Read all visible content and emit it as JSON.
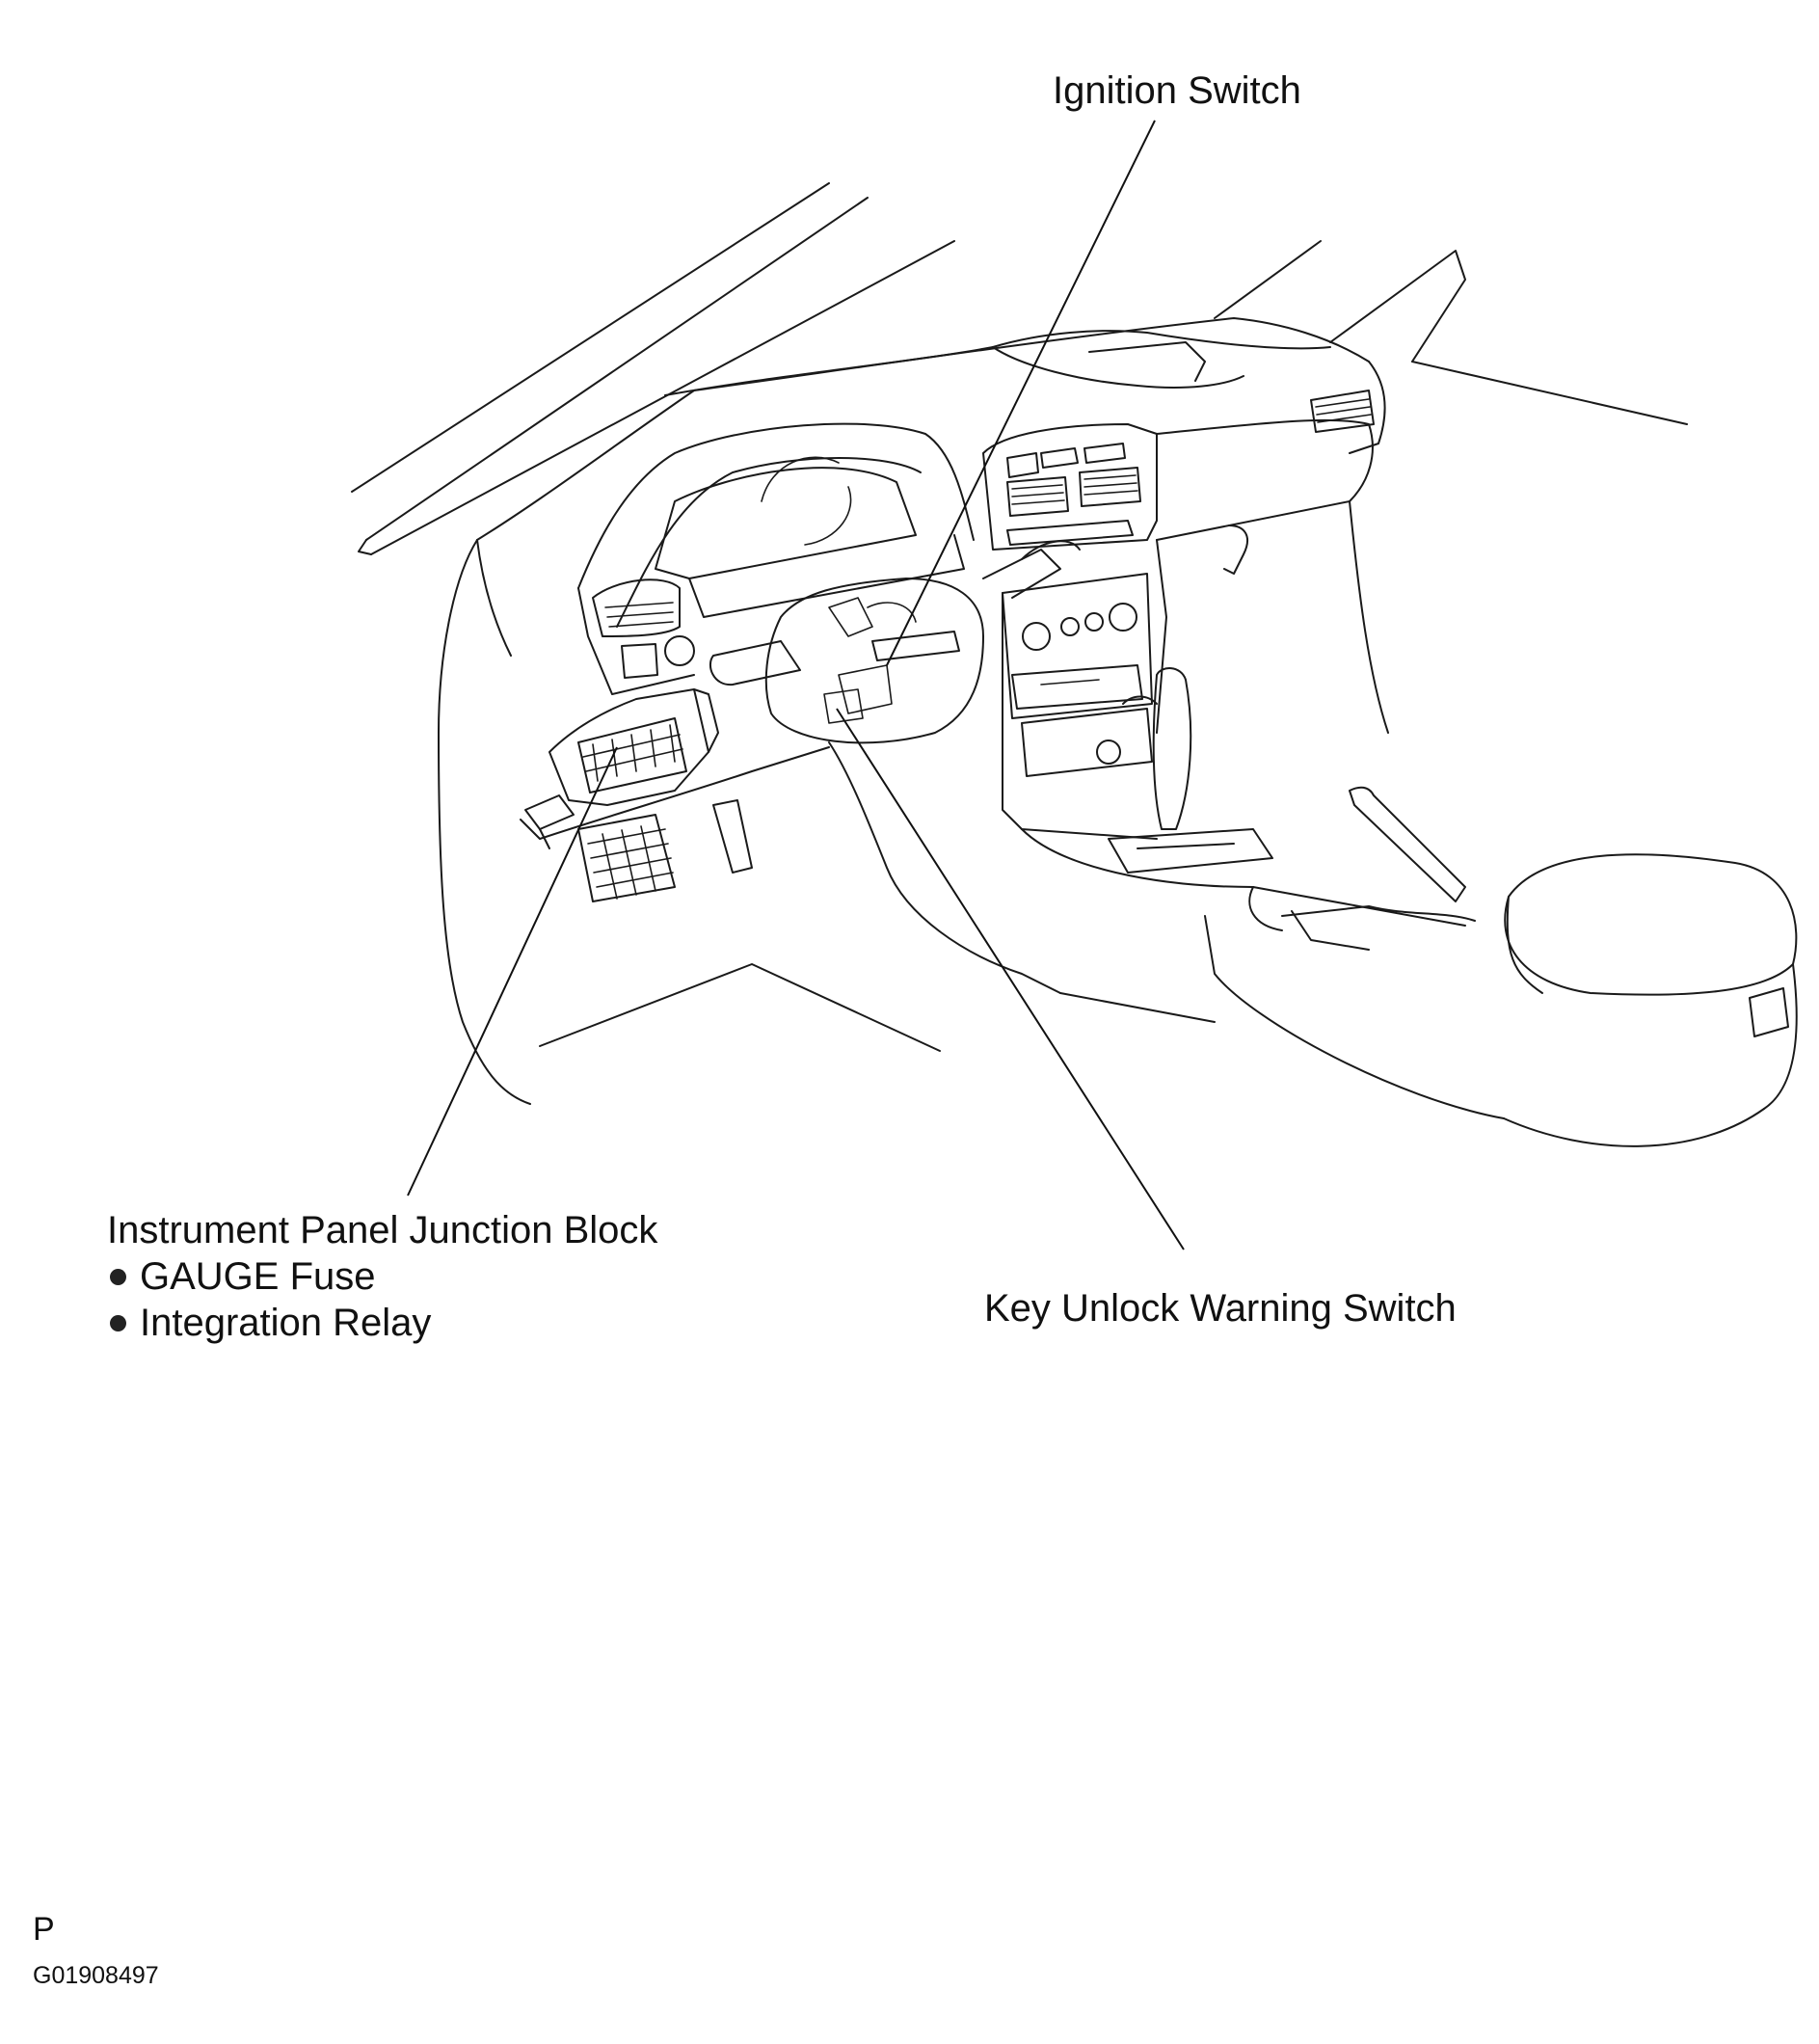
{
  "labels": {
    "ignition_switch": "Ignition Switch",
    "junction_block": {
      "title": "Instrument Panel Junction Block",
      "items": [
        "GAUGE Fuse",
        "Integration Relay"
      ]
    },
    "key_unlock_warning_switch": "Key Unlock Warning Switch"
  },
  "footer": {
    "page_letter": "P",
    "figure_code": "G01908497"
  }
}
